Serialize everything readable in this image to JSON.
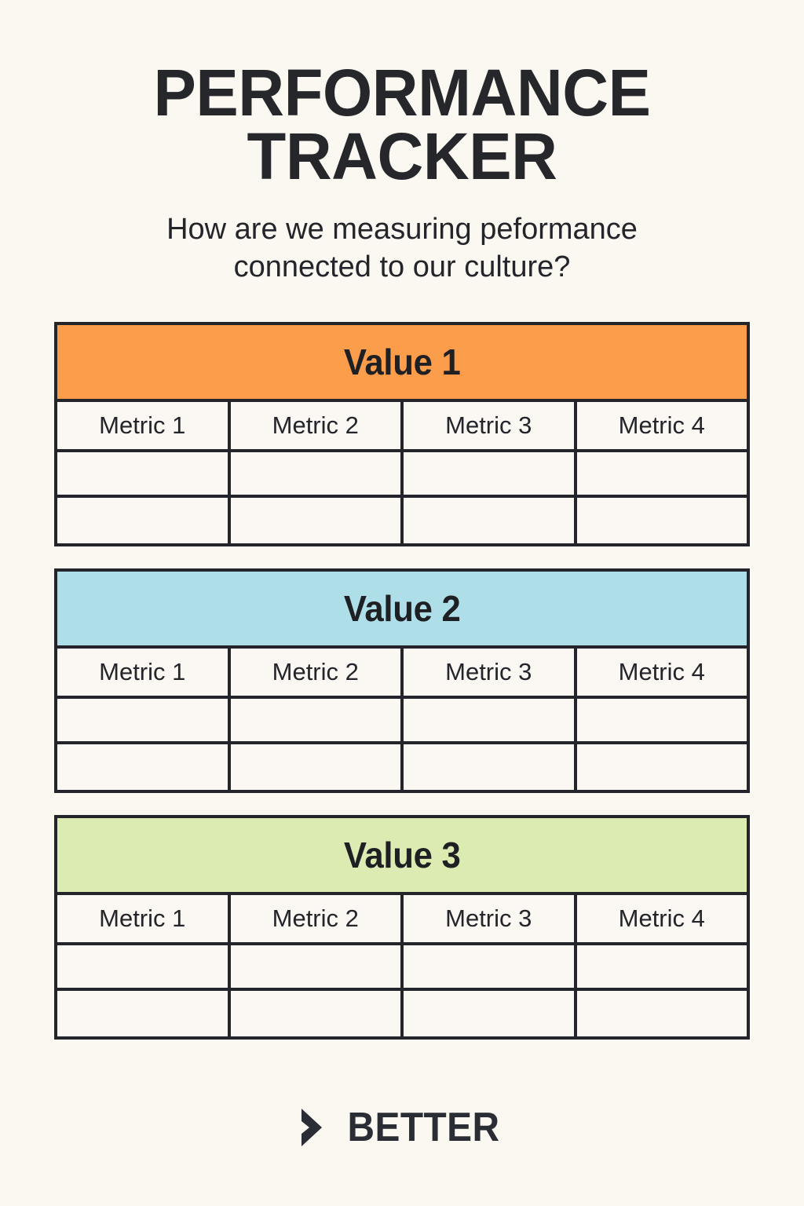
{
  "background_color": "#FBF7F1",
  "header": {
    "title_lines": [
      "PERFORMANCE",
      "TRACKER"
    ],
    "subtitle_lines": [
      "How are we measuring peformance",
      "connected to our culture?"
    ]
  },
  "tables": [
    {
      "value_label": "Value 1",
      "header_color": "#FB9D4B",
      "metric_headers": [
        "Metric 1",
        "Metric 2",
        "Metric 3",
        "Metric 4"
      ],
      "empty_rows": 2
    },
    {
      "value_label": "Value 2",
      "header_color": "#AEDFE8",
      "metric_headers": [
        "Metric 1",
        "Metric 2",
        "Metric 3",
        "Metric 4"
      ],
      "empty_rows": 2
    },
    {
      "value_label": "Value 3",
      "header_color": "#DCEBB2",
      "metric_headers": [
        "Metric 1",
        "Metric 2",
        "Metric 3",
        "Metric 4"
      ],
      "empty_rows": 2
    }
  ],
  "footer": {
    "icon": "chevron-right-icon",
    "brand": "BETTER",
    "brand_color": "#2A2D33"
  }
}
